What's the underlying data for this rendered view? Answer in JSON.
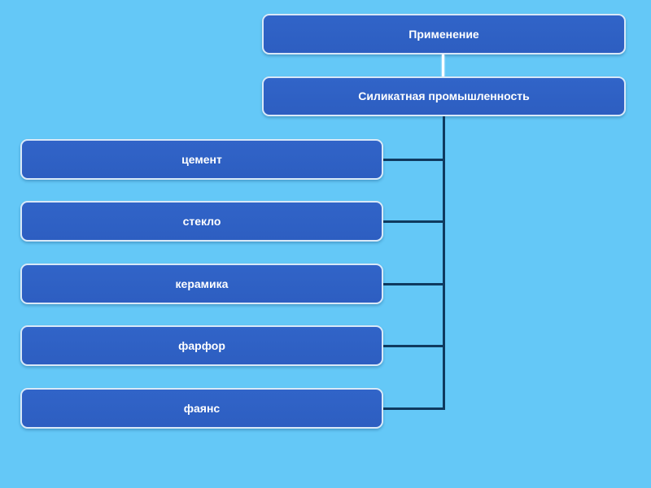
{
  "diagram": {
    "root": {
      "label": "Применение"
    },
    "branch": {
      "label": "Силикатная промышленность"
    },
    "children": [
      {
        "label": "цемент"
      },
      {
        "label": "стекло"
      },
      {
        "label": "керамика"
      },
      {
        "label": "фарфор"
      },
      {
        "label": "фаянс"
      }
    ],
    "colors": {
      "background": "#64c8f7",
      "node_fill": "#3164c8",
      "node_fill_dark": "#2d5ec1",
      "node_border": "#d9e9f8",
      "node_text": "#ffffff",
      "connector_dark": "#0f3a5f",
      "connector_light": "#ffffff"
    }
  }
}
